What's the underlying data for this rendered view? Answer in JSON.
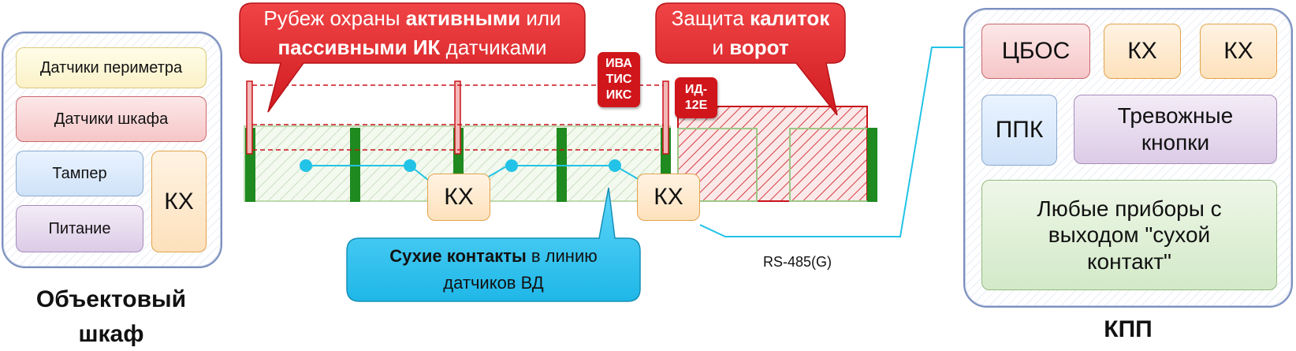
{
  "cabinet": {
    "caption_line1": "Объектовый",
    "caption_line2": "шкаф",
    "perimeter_sensors": "Датчики периметра",
    "cabinet_sensors": "Датчики шкафа",
    "tamper": "Тампер",
    "power": "Питание",
    "kx": "КХ"
  },
  "fence": {
    "callout_ir": {
      "part1": "Рубеж охраны ",
      "part2_bold": "активными",
      "part3": " или",
      "part4_bold": "пассивными ИК",
      "part5": " датчиками"
    },
    "callout_gates": {
      "part1": "Защита ",
      "part2_bold": "калиток",
      "part3": "и ",
      "part4_bold": "ворот"
    },
    "tag_iva": [
      "ИВА",
      "ТИС",
      "ИКС"
    ],
    "tag_id": [
      "ИД-",
      "12Е"
    ],
    "kx_left": "КХ",
    "kx_right": "КХ",
    "callout_dry": {
      "part1_bold": "Сухие контакты",
      "part2": " в линию",
      "part3": "датчиков ВД"
    },
    "rs485": "RS-485(G)"
  },
  "checkpoint": {
    "caption": "КПП",
    "cbos": "ЦБОС",
    "kx1": "КХ",
    "kx2": "КХ",
    "ppk": "ППК",
    "alarm_buttons_line1": "Тревожные",
    "alarm_buttons_line2": "кнопки",
    "dry_contact_line1": "Любые приборы с",
    "dry_contact_line2": "выходом \"сухой",
    "dry_contact_line3": "контакт\""
  },
  "colors": {
    "callout_red": "#e02a2e",
    "callout_blue": "#33c3ef",
    "fence_green": "#1f8a1f",
    "wire_cyan": "#22c3e6",
    "ir_beam_red": "#c0161b",
    "frame_border": "#7a8fbf"
  }
}
